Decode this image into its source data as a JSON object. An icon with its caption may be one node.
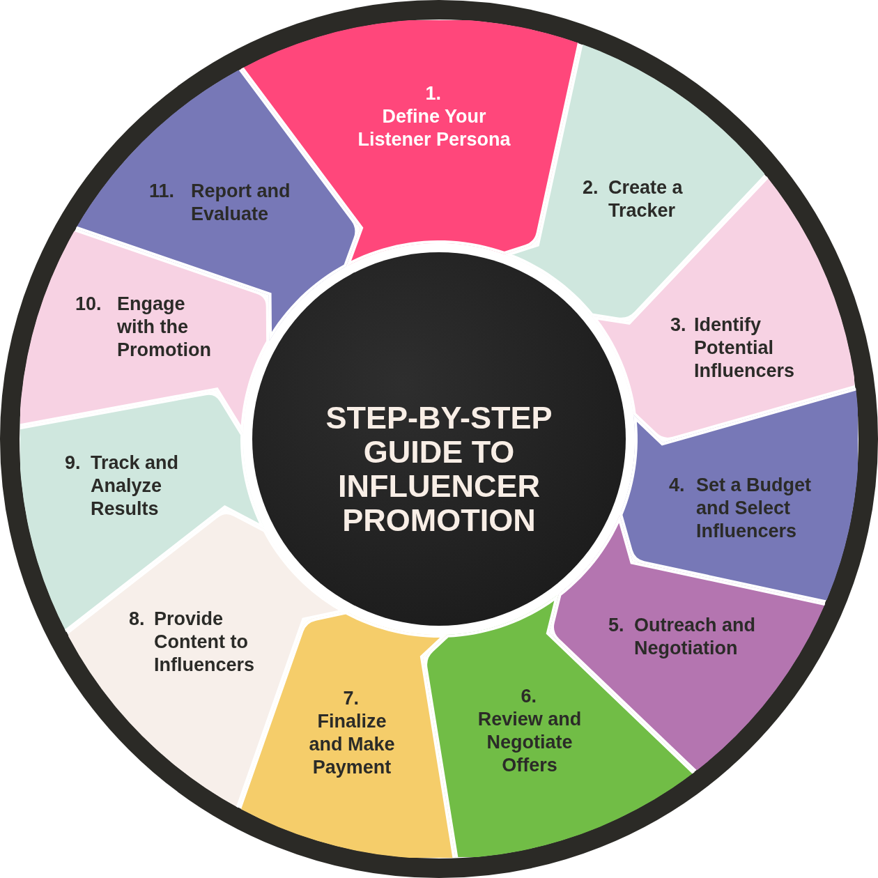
{
  "diagram": {
    "title": "STEP-BY-STEP GUIDE TO INFLUENCER PROMOTION",
    "nodes": [
      {
        "text": [
          "1.",
          "Define Your Listener Persona"
        ]
      },
      {
        "text": [
          "2.",
          "Create a Tracker"
        ]
      },
      {
        "text": [
          "3.",
          "Identify Potential Influencers"
        ]
      },
      {
        "text": [
          "4.",
          "Set a Budget and Select Influencers"
        ]
      },
      {
        "text": [
          "5.",
          "Outreach and Negotiation"
        ]
      },
      {
        "text": [
          "6.",
          "Review and Negotiate Offers"
        ]
      },
      {
        "text": [
          "7.",
          "Finalize and Make Payment"
        ]
      },
      {
        "text": [
          "8.",
          "Provide Content to Influencers"
        ]
      },
      {
        "text": [
          "9.",
          "Track and Analyze Results"
        ]
      },
      {
        "text": [
          "10.",
          "Engage with the Promotion"
        ]
      },
      {
        "text": [
          "11.",
          "Report and Evaluate"
        ]
      }
    ]
  }
}
